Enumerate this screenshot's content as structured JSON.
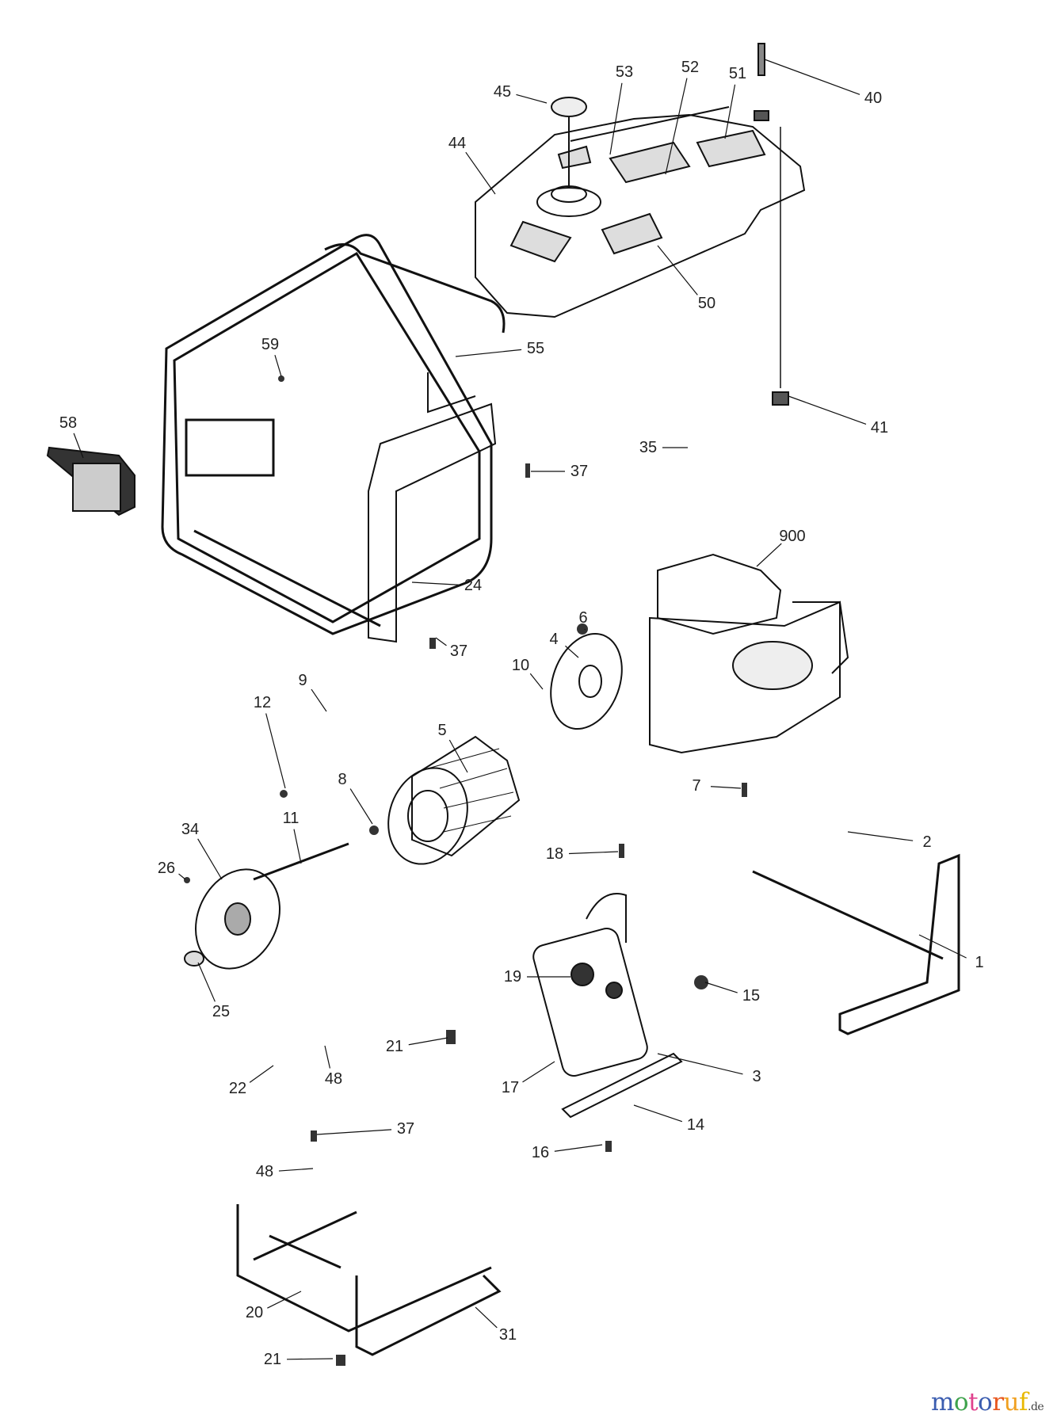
{
  "diagram": {
    "part_labels": [
      "45",
      "53",
      "52",
      "51",
      "40",
      "44",
      "50",
      "59",
      "55",
      "58",
      "37",
      "35",
      "41",
      "900",
      "24",
      "37",
      "6",
      "4",
      "10",
      "9",
      "12",
      "5",
      "7",
      "8",
      "34",
      "11",
      "26",
      "2",
      "18",
      "1",
      "19",
      "15",
      "25",
      "21",
      "3",
      "48",
      "22",
      "17",
      "14",
      "16",
      "37",
      "48",
      "20",
      "31",
      "21"
    ]
  },
  "watermark": {
    "text": "motoruf",
    "tld": ".de",
    "colors": [
      "#3b5db0",
      "#3fa34d",
      "#e0428e",
      "#3b5db0",
      "#e8571f",
      "#f0a020",
      "#e8b800"
    ]
  }
}
